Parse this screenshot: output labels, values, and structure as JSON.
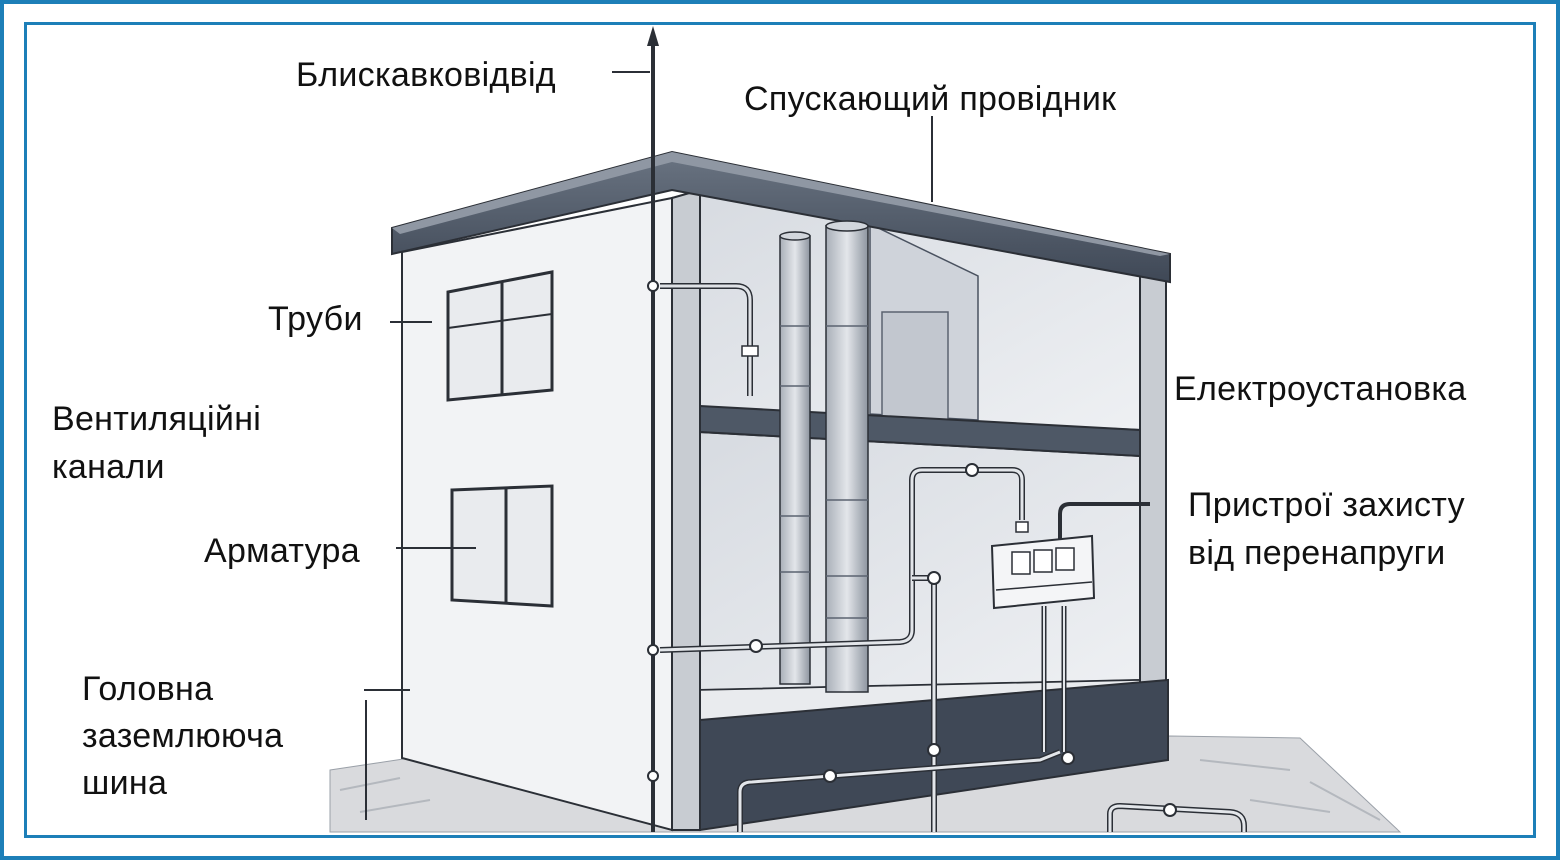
{
  "labels": {
    "lightning_rod": "Блискавковідвід",
    "down_conductor": "Спускающий провідник",
    "pipes": "Труби",
    "ventilation_line1": "Вентиляційні",
    "ventilation_line2": "канали",
    "rebar": "Арматура",
    "grounding_line1": "Головна",
    "grounding_line2": "заземлююча",
    "grounding_line3": "шина",
    "electrical": "Електроустановка",
    "surge_line1": "Пристрої захисту",
    "surge_line2": "від перенапруги"
  },
  "colors": {
    "frame": "#1d7fb8",
    "roof_dark": "#4e5866",
    "wall_light": "#f2f3f5",
    "interior": "#e4e7ec",
    "foundation": "#3f4856",
    "ground": "#d9dadd",
    "line": "#2b2f36"
  }
}
